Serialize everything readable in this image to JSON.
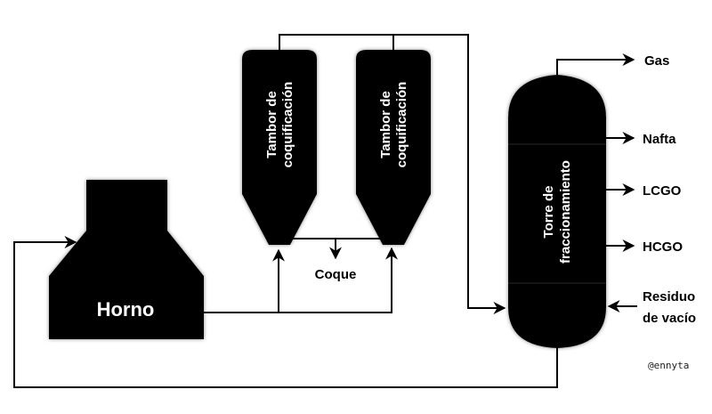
{
  "diagram": {
    "furnace": {
      "label": "Horno"
    },
    "drums": [
      {
        "line1": "Tambor de",
        "line2": "coquificación"
      },
      {
        "line1": "Tambor de",
        "line2": "coquificación"
      }
    ],
    "coke": {
      "label": "Coque"
    },
    "tower": {
      "line1": "Torre de",
      "line2": "fraccionamiento"
    },
    "products": {
      "gas": "Gas",
      "naphtha": "Nafta",
      "lcgo": "LCGO",
      "hcgo": "HCGO",
      "residue_line1": "Residuo",
      "residue_line2": "de vacío"
    },
    "watermark": "@ennyta",
    "colors": {
      "shape_fill": "#000000",
      "shape_glow": "#8a8a8a",
      "background": "#ffffff"
    }
  }
}
